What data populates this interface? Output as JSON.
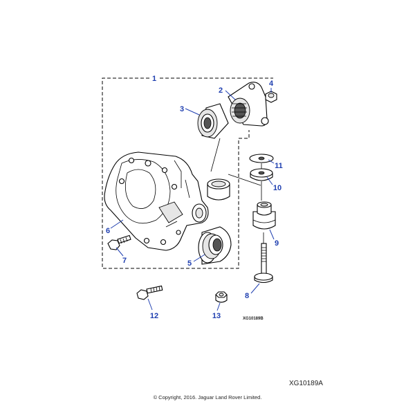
{
  "callouts": {
    "c1": "1",
    "c2": "2",
    "c3": "3",
    "c4": "4",
    "c5": "5",
    "c6": "6",
    "c7": "7",
    "c8": "8",
    "c9": "9",
    "c10": "10",
    "c11": "11",
    "c12": "12",
    "c13": "13"
  },
  "inner_reference": "XG10189B",
  "reference_code": "XG10189A",
  "copyright": "© Copyright, 2016. Jaguar Land Rover Limited.",
  "colors": {
    "callout": "#1f3fb0",
    "line": "#000000",
    "background": "#ffffff"
  }
}
